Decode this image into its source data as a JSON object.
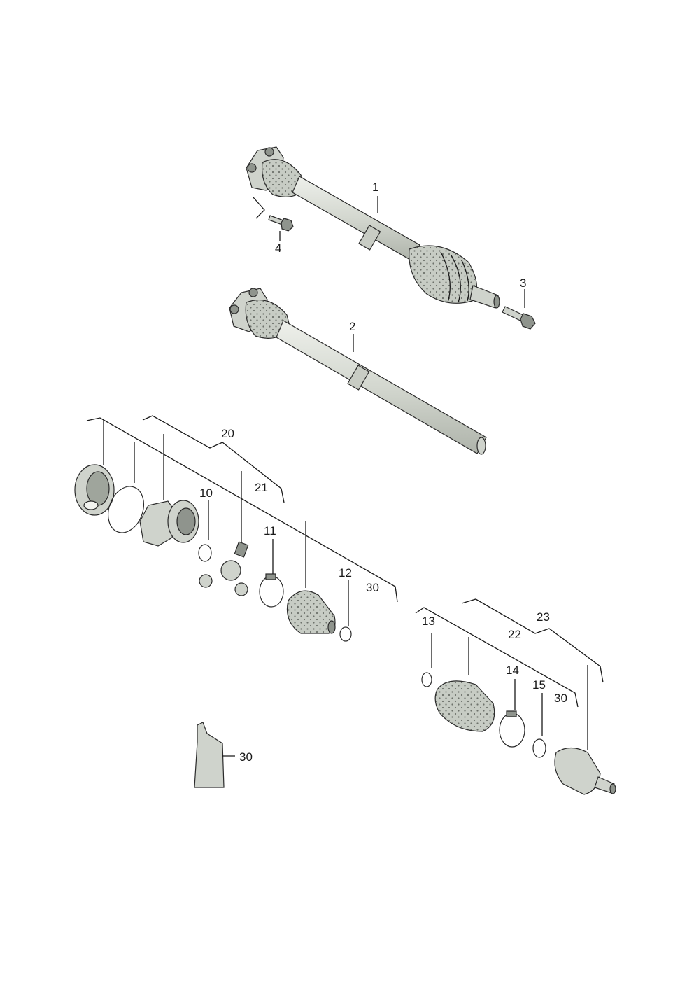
{
  "callouts": {
    "c1": "1",
    "c2": "2",
    "c3": "3",
    "c4": "4",
    "c10": "10",
    "c11": "11",
    "c12": "12",
    "c13": "13",
    "c14": "14",
    "c15": "15",
    "c20": "20",
    "c21": "21",
    "c22": "22",
    "c23": "23",
    "c30a": "30",
    "c30b": "30",
    "c30c": "30"
  },
  "colors": {
    "part_fill": "#d9dcd6",
    "boot_fill": "#c7ccc4",
    "line": "#2a2a2a",
    "background": "#ffffff"
  }
}
